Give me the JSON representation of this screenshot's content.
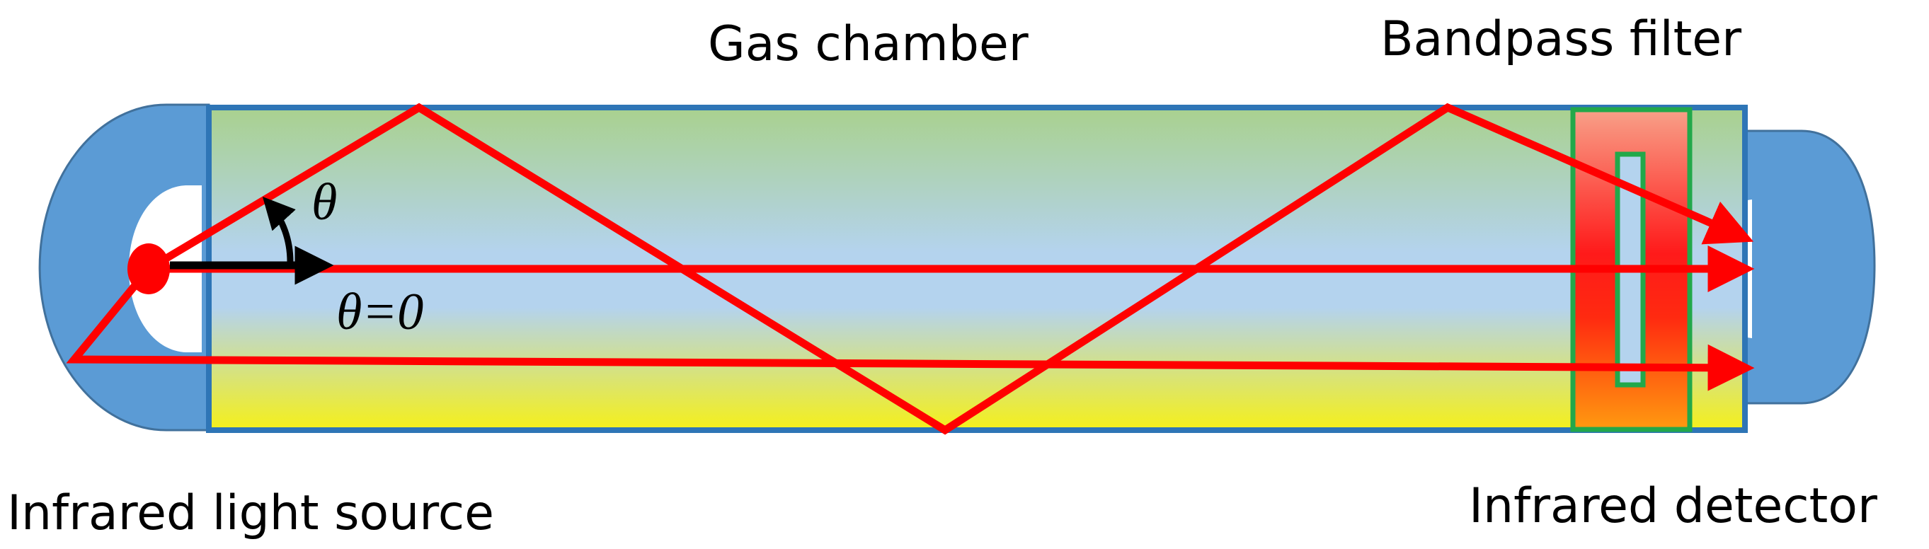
{
  "labels": {
    "gas_chamber": "Gas chamber",
    "bandpass_filter": "Bandpass filter",
    "light_source": "Infrared light source",
    "detector": "Infrared detector",
    "theta": "θ",
    "theta_zero": "θ=0"
  },
  "colors": {
    "housing_blue": "#5b9bd5",
    "housing_stroke": "#41719c",
    "chamber_border": "#2e75b6",
    "gradient_top": "#a9d18e",
    "gradient_middle": "#b4d3ee",
    "gradient_bottom": "#f5f01a",
    "ray_red": "#ff0000",
    "filter_border": "#22a84a",
    "filter_top": "#f8a088",
    "filter_middle": "#ff1a1a",
    "filter_bottom": "#ff9a10",
    "arrow_black": "#000000"
  }
}
